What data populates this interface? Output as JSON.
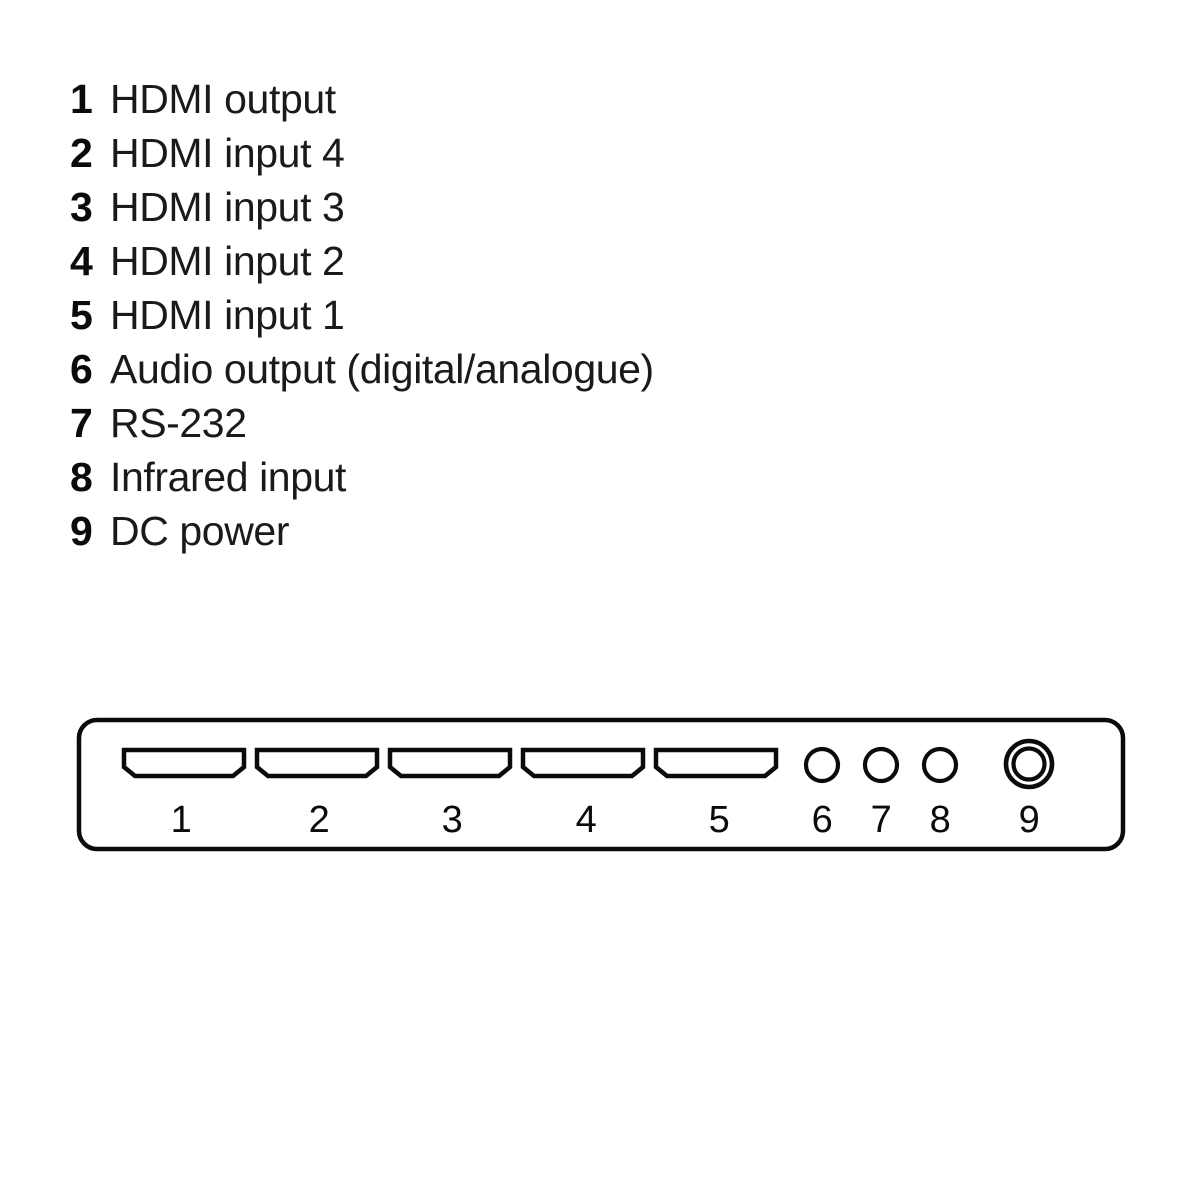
{
  "page": {
    "background_color": "#ffffff",
    "ink_color": "#0b0b0b"
  },
  "legend": {
    "items": [
      {
        "number": "1",
        "label": "HDMI output"
      },
      {
        "number": "2",
        "label": "HDMI input 4"
      },
      {
        "number": "3",
        "label": "HDMI input 3"
      },
      {
        "number": "4",
        "label": "HDMI input 2"
      },
      {
        "number": "5",
        "label": "HDMI input 1"
      },
      {
        "number": "6",
        "label": "Audio output (digital/analogue)"
      },
      {
        "number": "7",
        "label": "RS-232"
      },
      {
        "number": "8",
        "label": "Infrared input"
      },
      {
        "number": "9",
        "label": "DC power"
      }
    ]
  },
  "diagram": {
    "type": "rear-panel",
    "ports": [
      {
        "number": "1",
        "shape": "hdmi-port-icon",
        "kind": "trapezoid"
      },
      {
        "number": "2",
        "shape": "hdmi-port-icon",
        "kind": "trapezoid"
      },
      {
        "number": "3",
        "shape": "hdmi-port-icon",
        "kind": "trapezoid"
      },
      {
        "number": "4",
        "shape": "hdmi-port-icon",
        "kind": "trapezoid"
      },
      {
        "number": "5",
        "shape": "hdmi-port-icon",
        "kind": "trapezoid"
      },
      {
        "number": "6",
        "shape": "audio-jack-icon",
        "kind": "circle"
      },
      {
        "number": "7",
        "shape": "serial-jack-icon",
        "kind": "circle"
      },
      {
        "number": "8",
        "shape": "infrared-jack-icon",
        "kind": "circle"
      },
      {
        "number": "9",
        "shape": "dc-power-jack-icon",
        "kind": "double-circle"
      }
    ]
  }
}
